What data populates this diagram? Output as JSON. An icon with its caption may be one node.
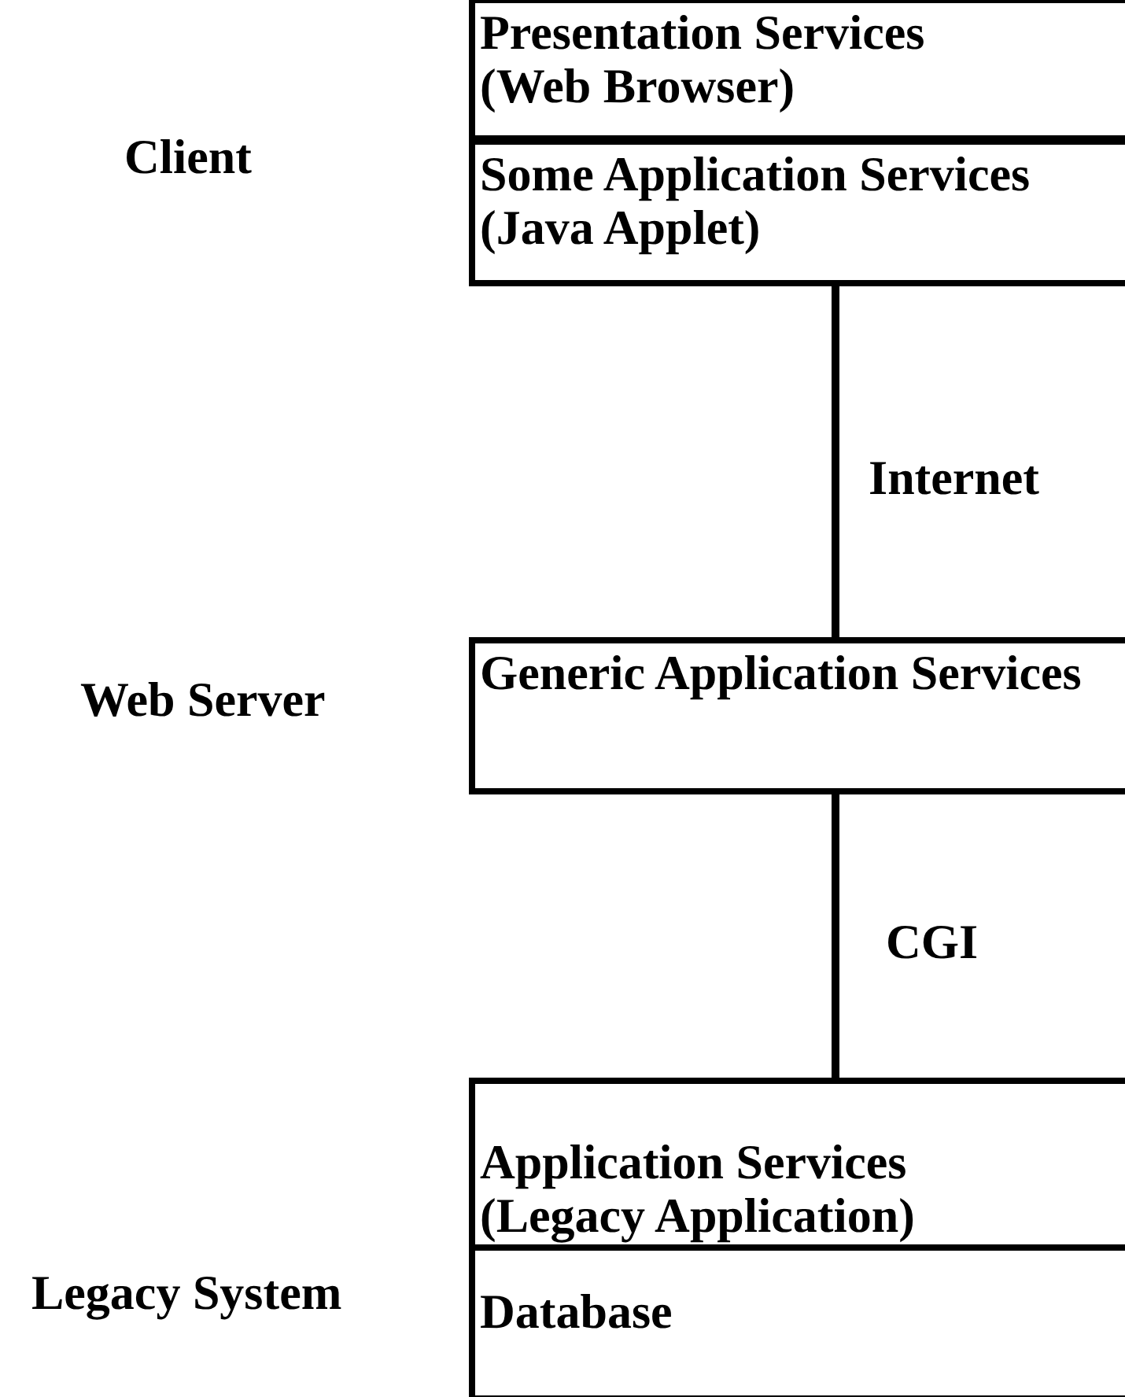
{
  "diagram": {
    "nodes": [
      {
        "text": [
          "Presentation Services (Web Browser)"
        ]
      },
      {
        "text": [
          "Some Application Services (Java Applet)"
        ]
      },
      {
        "text": [
          "Generic Application Services"
        ]
      },
      {
        "text": [
          "Application Services (Legacy Application)"
        ]
      },
      {
        "text": [
          "Database"
        ]
      }
    ],
    "edges": [
      {
        "from": 1,
        "to": 2,
        "arrow": "none",
        "label": "Internet"
      },
      {
        "from": 2,
        "to": 3,
        "arrow": "none",
        "label": "CGI"
      }
    ],
    "labels": [
      "Client",
      "Web Server",
      "Legacy System"
    ]
  }
}
